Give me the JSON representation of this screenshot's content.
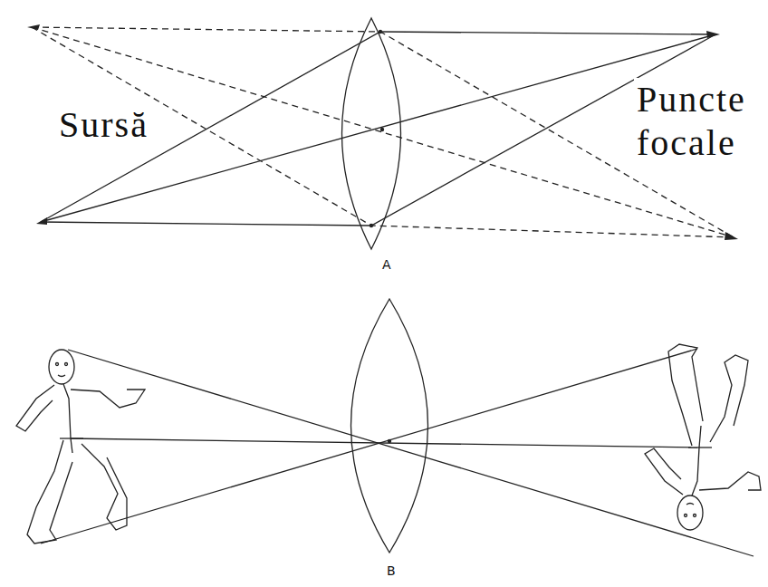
{
  "diagram": {
    "labels": [
      "Sursă",
      "Puncte focale",
      "A",
      "B"
    ]
  }
}
